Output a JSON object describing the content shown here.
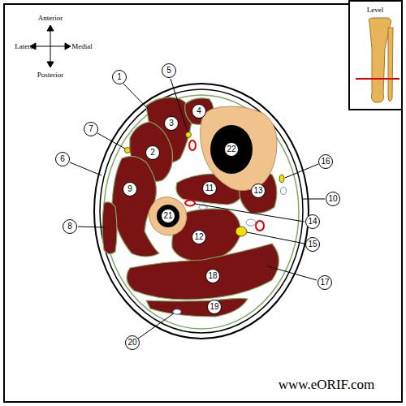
{
  "diagram": {
    "labels": [
      "Anterior",
      "Lateral",
      "Medial",
      "Posterior",
      "Level",
      "1",
      "2",
      "3",
      "4",
      "5",
      "6",
      "7",
      "8",
      "9",
      "10",
      "11",
      "12",
      "13",
      "14",
      "15",
      "16",
      "17",
      "18",
      "19",
      "20",
      "21",
      "22",
      "www.eORIF.com"
    ]
  }
}
